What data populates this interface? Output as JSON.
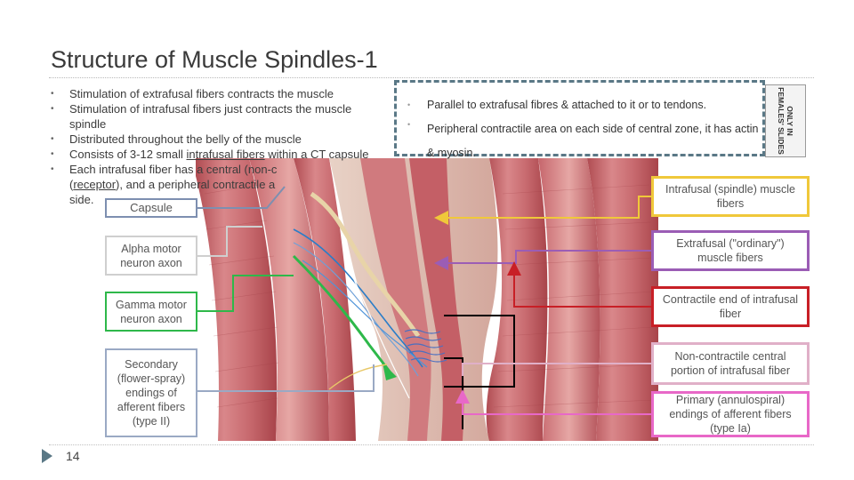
{
  "slide": {
    "title": "Structure of Muscle Spindles-1",
    "page_number": "14"
  },
  "bullets": {
    "b1": "Stimulation of extrafusal fibers contracts the muscle",
    "b2": "Stimulation of intrafusal fibers just contracts the muscle spindle",
    "b3": "Distributed throughout the belly of the muscle",
    "b4_pre": "Consists of 3-12 small ",
    "b4_link": "intrafusal fibers",
    "b4_post": " within a CT capsule",
    "b5_pre": "Each intrafusal fiber has a central (non-c",
    "b5_link": "receptor",
    "b5_mid": "), and a peripheral contractile a",
    "b5_post": "side."
  },
  "note": {
    "item1": "Parallel to extrafusal fibres & attached to it or to tendons.",
    "item2": "Peripheral contractile area  on each side of central zone,  it has actin & myosin."
  },
  "stamp": {
    "text": "ONLY IN FEMALES' SLIDES"
  },
  "labels": {
    "capsule": "Capsule",
    "alpha": "Alpha motor neuron axon",
    "gamma": "Gamma motor neuron axon",
    "secondary": "Secondary (flower-spray) endings of afferent fibers (type II)",
    "intrafusal": "Intrafusal (spindle) muscle fibers",
    "extrafusal": "Extrafusal (\"ordinary\") muscle fibers",
    "contractile": "Contractile end of intrafusal fiber",
    "noncontractile": "Non-contractile  central portion  of intrafusal fiber",
    "primary": "Primary (annulospiral) endings of afferent  fibers (type Ia)"
  },
  "colors": {
    "capsule": "#7d8fb0",
    "gamma": "#2eb84a",
    "secondary": "#9aa9c4",
    "intrafusal": "#f0c83a",
    "extrafusal": "#9b5db5",
    "contractile": "#c81f26",
    "noncontractile": "#e0b0c8",
    "primary": "#e868c8",
    "note_border": "#5a7886"
  }
}
